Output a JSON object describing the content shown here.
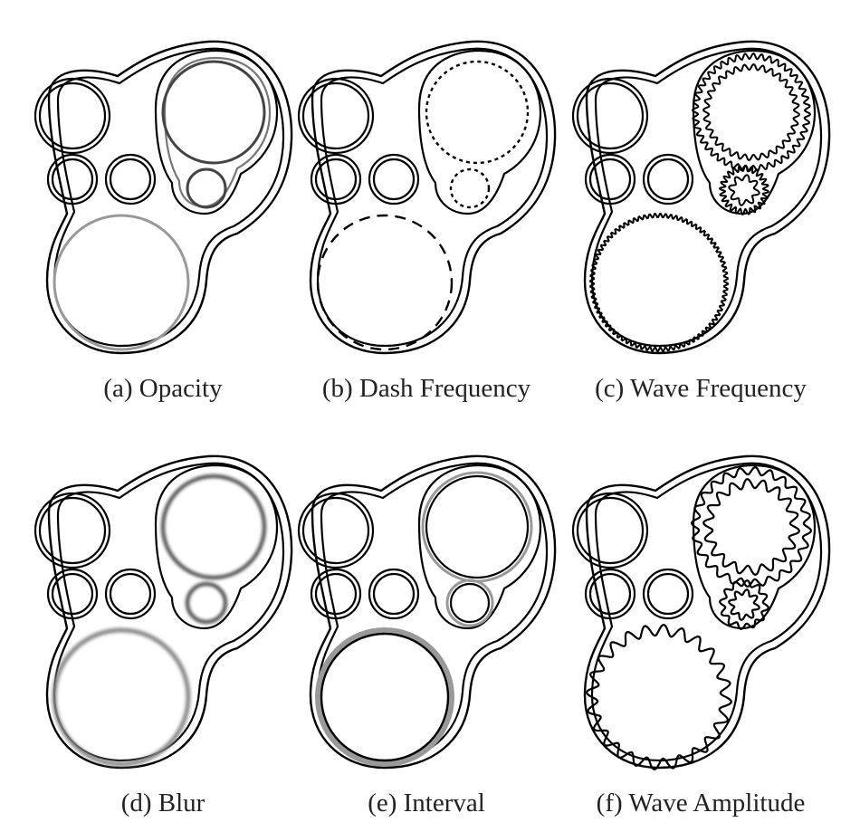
{
  "figure": {
    "panels": [
      {
        "id": "a",
        "caption": "(a) Opacity",
        "effect": "opacity",
        "inner_color": "#444444",
        "big_color": "#999999"
      },
      {
        "id": "b",
        "caption": "(b) Dash Frequency",
        "effect": "dash",
        "inner_color": "#000000",
        "big_color": "#000000"
      },
      {
        "id": "c",
        "caption": "(c) Wave Frequency",
        "effect": "wave-frequency",
        "inner_color": "#000000",
        "big_color": "#000000"
      },
      {
        "id": "d",
        "caption": "(d) Blur",
        "effect": "blur",
        "inner_color": "#444444",
        "big_color": "#888888"
      },
      {
        "id": "e",
        "caption": "(e) Interval",
        "effect": "interval",
        "inner_color": "#000000",
        "big_color": "#999999"
      },
      {
        "id": "f",
        "caption": "(f) Wave Amplitude",
        "effect": "wave-amplitude",
        "inner_color": "#000000",
        "big_color": "#000000"
      }
    ]
  }
}
